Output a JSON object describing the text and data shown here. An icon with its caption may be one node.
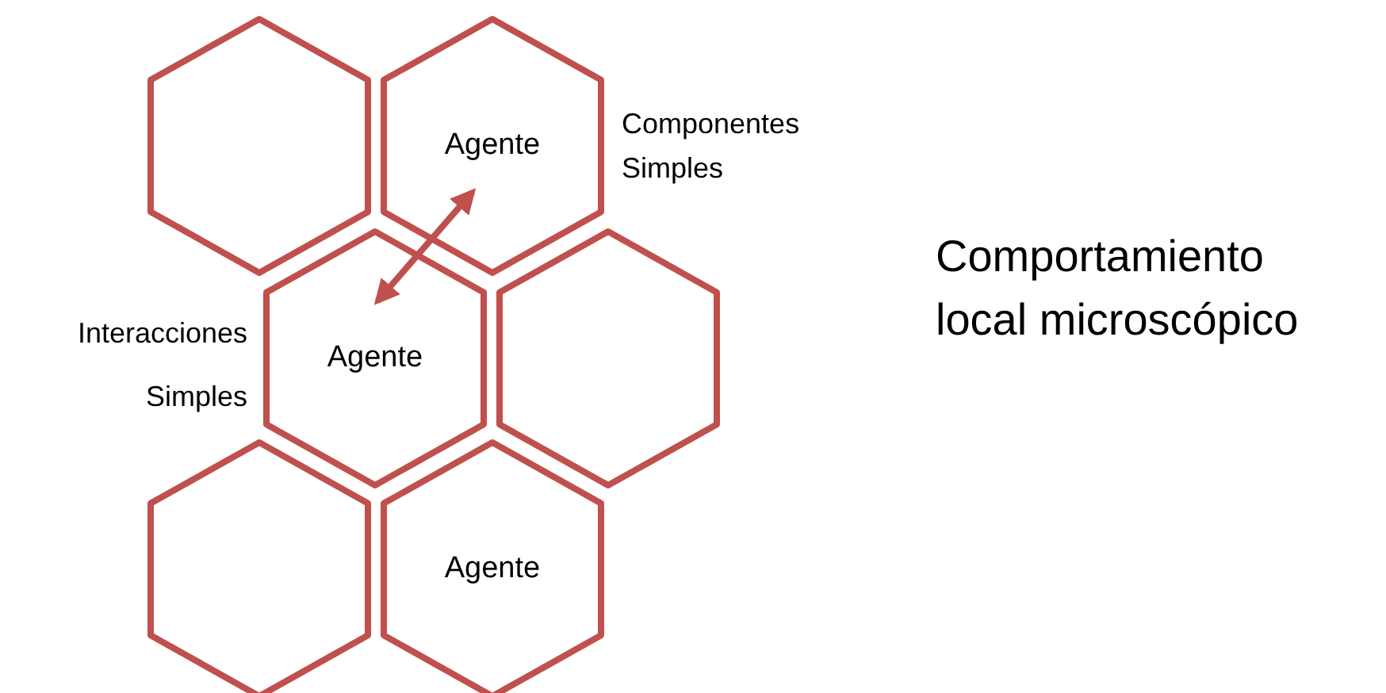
{
  "diagram": {
    "nodes": [
      {
        "text": [],
        "shape": "hexagon"
      },
      {
        "text": [
          "Agente"
        ],
        "beside": [
          "Componentes Simples"
        ]
      },
      {
        "text": [
          "Agente"
        ],
        "beside": [
          "Interacciones Simples"
        ]
      },
      {
        "text": [],
        "shape": "hexagon"
      },
      {
        "text": [],
        "shape": "hexagon"
      },
      {
        "text": [
          "Agente"
        ]
      }
    ],
    "edges": [
      {
        "from": 2,
        "to": 1,
        "arrow": "both"
      }
    ],
    "labels": [
      "Comportamiento local microscópico"
    ]
  }
}
